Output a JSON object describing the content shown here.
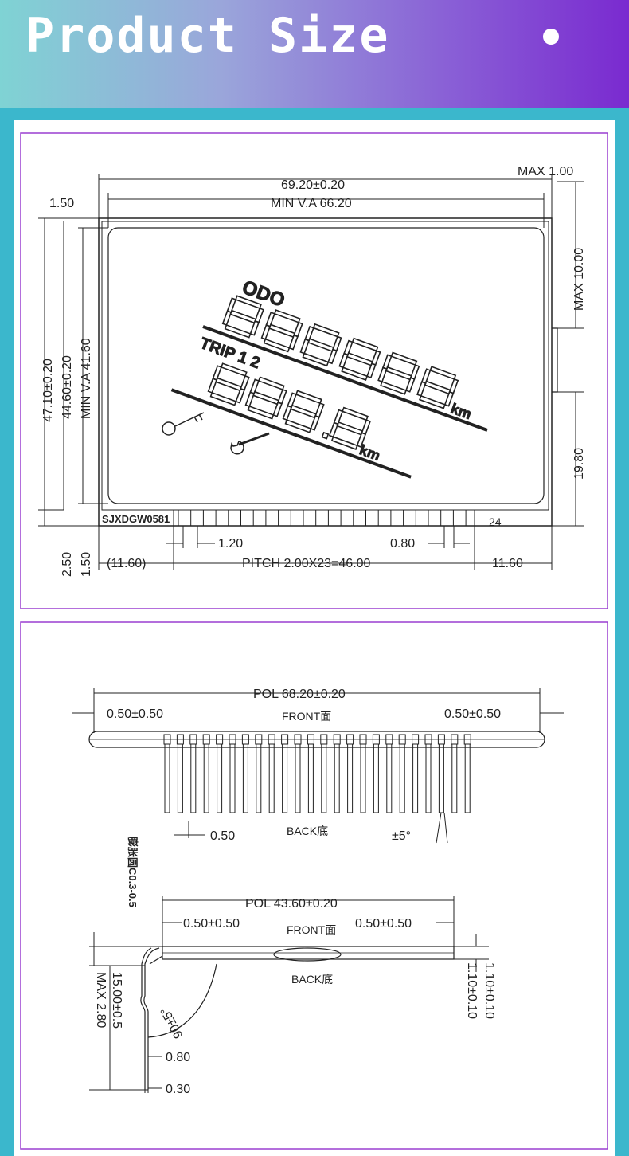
{
  "header": {
    "title": "Product Size"
  },
  "top": {
    "max_1_00": "MAX  1.00",
    "outline": "69.20±0.20",
    "va": "MIN  V.A  66.20",
    "d150": "1.50",
    "h4710": "47.10±0.20",
    "h4460": "44.60±0.20",
    "hva": "MIN  V.A  41.60",
    "max10": "MAX  10.00",
    "d1980": "19.80",
    "d250": "2.50",
    "d150b": "1.50",
    "model": "SJXDGW0581",
    "pin24": "24",
    "d120": "1.20",
    "d080": "0.80",
    "d1160a": "(11.60)",
    "pitch": "PITCH  2.00X23=46.00",
    "d1160b": "11.60",
    "lcd": {
      "odo": "ODO",
      "trip": "TRIP 1 2",
      "km1": "km",
      "km2": "km"
    }
  },
  "bottom": {
    "pol1": "POL  68.20±0.20",
    "off_l": "0.50±0.50",
    "off_r": "0.50±0.50",
    "front1": "FRONT面",
    "back1": "BACK底",
    "pin_w": "0.50",
    "ang5": "±5°",
    "chinese_note": "膨胀圆C0.3-0.5",
    "pol2": "POL  43.60±0.20",
    "off2_l": "0.50±0.50",
    "off2_r": "0.50±0.50",
    "front2": "FRONT面",
    "back2": "BACK底",
    "v1500": "15.00±0.5",
    "vmax": "MAX  2.80",
    "a90": "90±5°",
    "w080": "0.80",
    "w030": "0.30",
    "v110a": "1.10±0.10",
    "v110b": "1.10±0.10"
  }
}
